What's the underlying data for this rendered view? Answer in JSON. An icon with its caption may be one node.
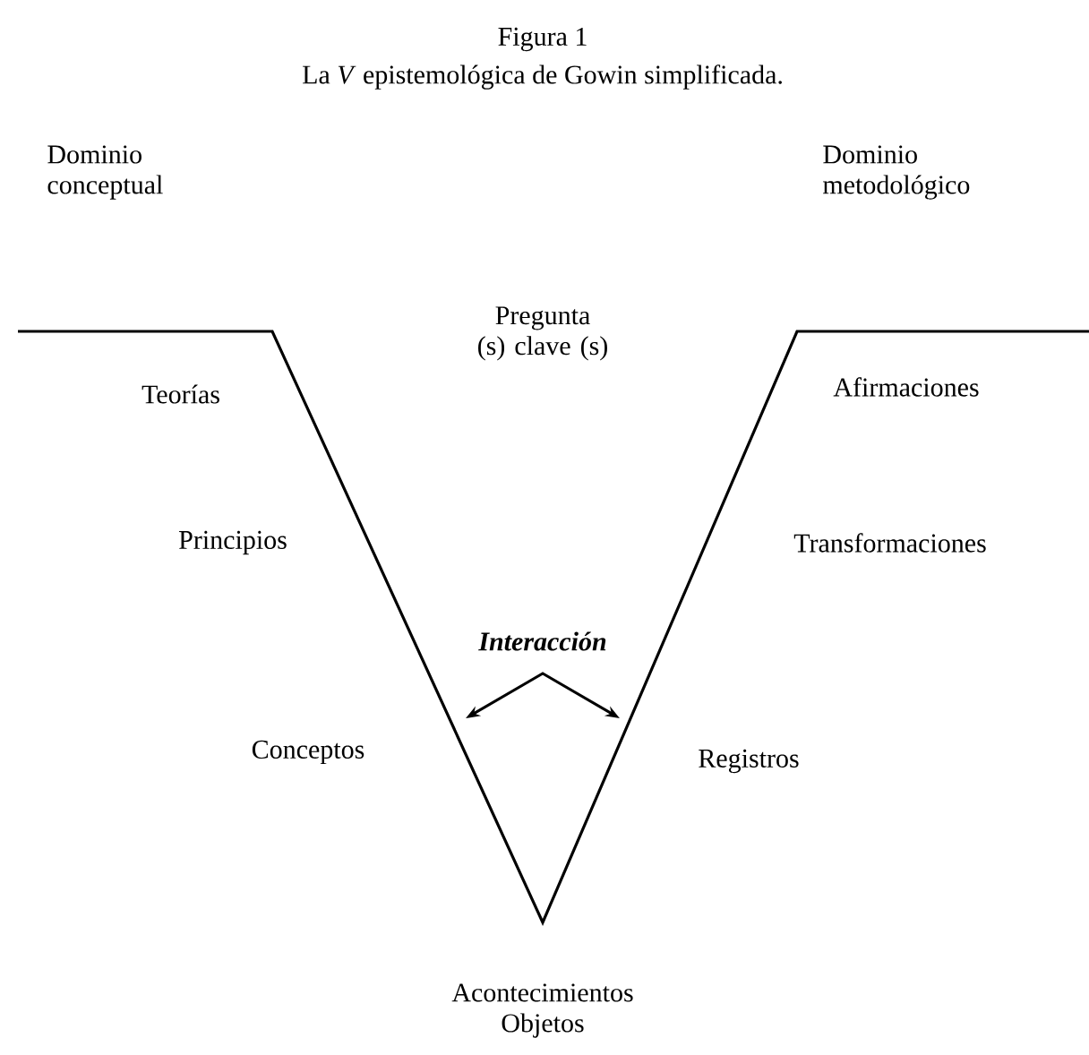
{
  "diagram": {
    "title": "Figura 1",
    "caption": "La *V* epistemológica de Gowin simplificada.",
    "labels": [
      "Dominio conceptual",
      "Dominio metodológico",
      "Pregunta (s) clave (s)",
      "Teorías",
      "Afirmaciones",
      "Principios",
      "Transformaciones",
      "Interacción",
      "Conceptos",
      "Registros",
      "Acontecimientos Objetos"
    ]
  }
}
